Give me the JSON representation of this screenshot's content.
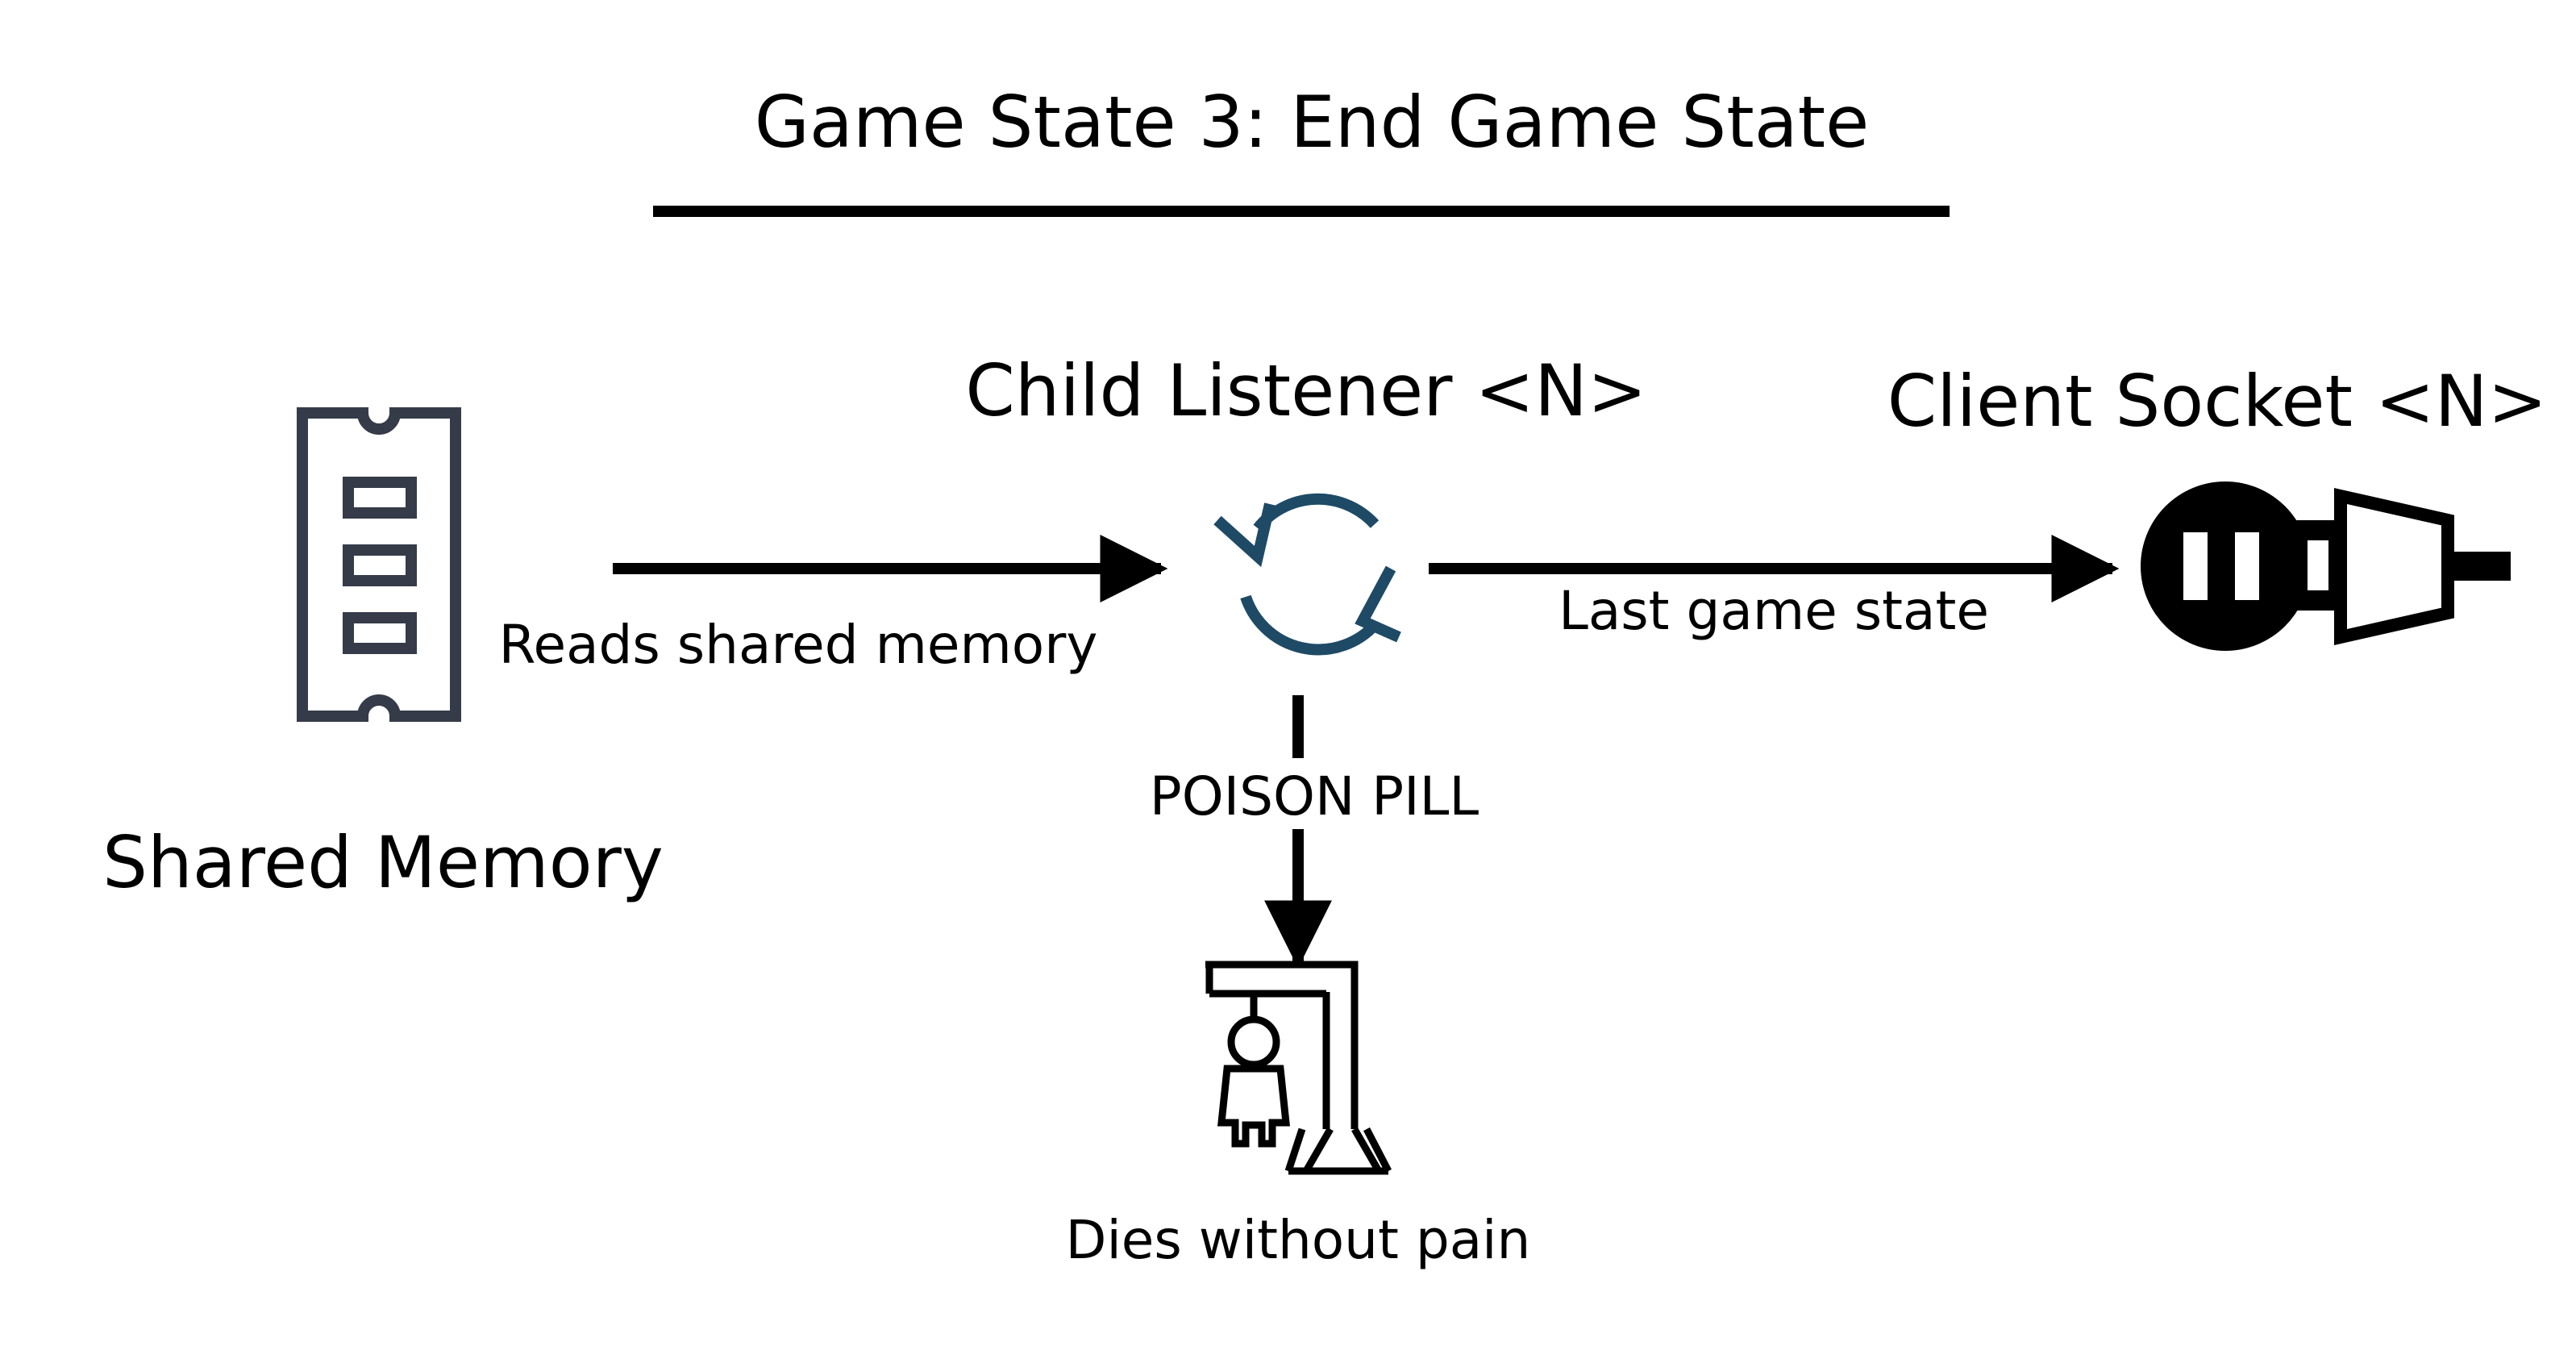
{
  "title": "Game State 3: End Game State",
  "nodes": {
    "shared_memory": {
      "label": "Shared Memory",
      "icon": "memory-chip-icon"
    },
    "child_listener": {
      "label": "Child Listener <N>",
      "icon": "refresh-cycle-icon"
    },
    "client_socket": {
      "label": "Client Socket <N>",
      "icon": "power-plug-icon"
    },
    "dies": {
      "label": "Dies without pain",
      "icon": "gallows-icon"
    }
  },
  "edges": {
    "reads": {
      "label": "Reads shared memory"
    },
    "last_state": {
      "label": "Last game state"
    },
    "poison": {
      "label": "POISON PILL"
    }
  },
  "colors": {
    "text": "#000000",
    "memory_icon": "#353B48",
    "cycle_icon": "#1E4A66",
    "background": "#FFFFFF"
  }
}
